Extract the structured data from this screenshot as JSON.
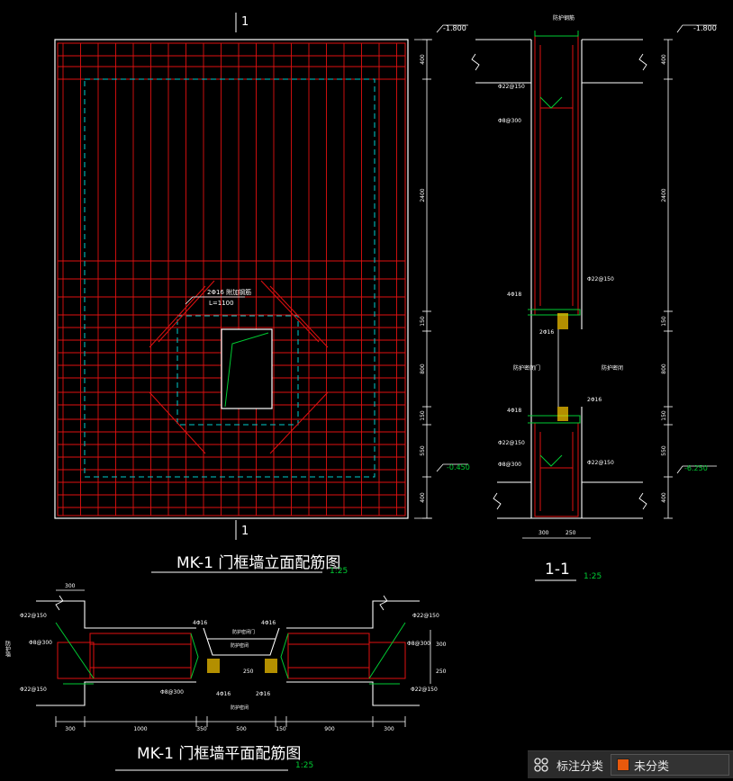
{
  "elevation": {
    "section_mark": "1",
    "note_top": "2Φ16 附加钢筋",
    "note_len": "L=1100",
    "dims_right": [
      "400",
      "2400",
      "150",
      "800",
      "150",
      "550",
      "400"
    ],
    "elev_top": "-1.800",
    "elev_bottom": "-0.450",
    "title": "MK-1 门框墙立面配筋图",
    "scale": "1:25"
  },
  "section": {
    "top_label": "防护钢筋",
    "elev_top": "-1.800",
    "elev_bottom": "-6.250",
    "dims_right": [
      "400",
      "2400",
      "150",
      "800",
      "150",
      "550",
      "400"
    ],
    "labels": [
      "Φ22@150",
      "Φ8@300",
      "Φ22@150",
      "4Φ18",
      "2Φ16",
      "防护密闭门",
      "防护密闭",
      "4Φ18",
      "2Φ16",
      "Φ22@150",
      "Φ8@300",
      "Φ22@150"
    ],
    "dims_bottom": [
      "300",
      "250"
    ],
    "title": "1-1",
    "scale": "1:25"
  },
  "plan": {
    "dims_top": "300",
    "labels_left": [
      "Φ22@150",
      "Φ8@300",
      "防护墙",
      "Φ22@150"
    ],
    "labels_mid": [
      "4Φ16",
      "防护密闭门",
      "防护密闭",
      "4Φ16",
      "Φ8@300",
      "4Φ16",
      "2Φ16",
      "防护密闭"
    ],
    "labels_right": [
      "Φ22@150",
      "Φ8@300",
      "Φ22@150"
    ],
    "dims_right": [
      "300",
      "250"
    ],
    "dims_mid": "250",
    "dims_bottom": [
      "300",
      "1000",
      "350",
      "500",
      "150",
      "900",
      "300"
    ],
    "title": "MK-1 门框墙平面配筋图",
    "scale": "1:25"
  },
  "status": {
    "label": "标注分类",
    "value": "未分类",
    "swatch_color": "#e8590c"
  },
  "colors": {
    "background": "#000000",
    "rebar": "#e01010",
    "outline": "#ffffff",
    "dimension": "#00cc33",
    "hidden": "#00cccc",
    "hatch": "#ffcc00"
  }
}
